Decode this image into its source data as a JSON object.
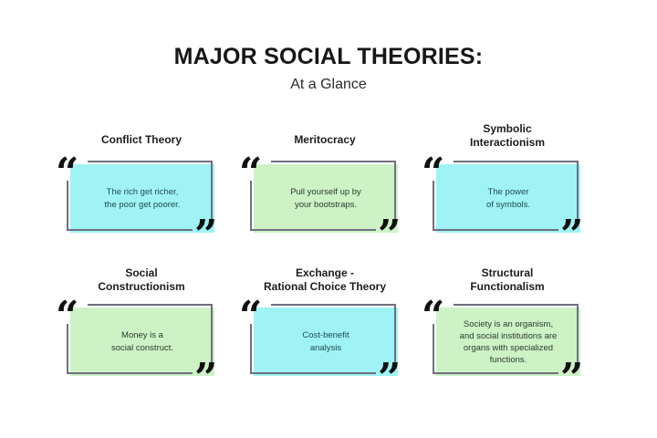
{
  "header": {
    "title": "MAJOR SOCIAL THEORIES:",
    "subtitle": "At a Glance"
  },
  "colors": {
    "cyan_fill": "#9ff3f5",
    "green_fill": "#cdf2c6",
    "border": "#6f6f7f",
    "quote_marks": "#111111"
  },
  "icons": {
    "open_quote": "“",
    "close_quote": "”"
  },
  "cards": [
    {
      "title": "Conflict Theory",
      "title_lines": 1,
      "fill": "cyan",
      "text_line1": "The rich get richer,",
      "text_line2": "the poor get poorer."
    },
    {
      "title": "Meritocracy",
      "title_lines": 1,
      "fill": "green",
      "text_line1": "Pull yourself up by",
      "text_line2": "your bootstraps."
    },
    {
      "title_line1": "Symbolic",
      "title_line2": "Interactionism",
      "title_lines": 2,
      "fill": "cyan",
      "text_line1": "The power",
      "text_line2": "of symbols."
    },
    {
      "title_line1": "Social",
      "title_line2": "Constructionism",
      "title_lines": 2,
      "fill": "green",
      "text_line1": "Money is a",
      "text_line2": "social construct."
    },
    {
      "title_line1": "Exchange -",
      "title_line2": "Rational Choice Theory",
      "title_lines": 2,
      "fill": "cyan",
      "text_line1": "Cost-benefit",
      "text_line2": "analysis"
    },
    {
      "title_line1": "Structural",
      "title_line2": "Functionalism",
      "title_lines": 2,
      "fill": "green",
      "text_line1": "Society is an organism,",
      "text_line2": "and social institutions are",
      "text_line3": "organs with specialized",
      "text_line4": "functions."
    }
  ]
}
